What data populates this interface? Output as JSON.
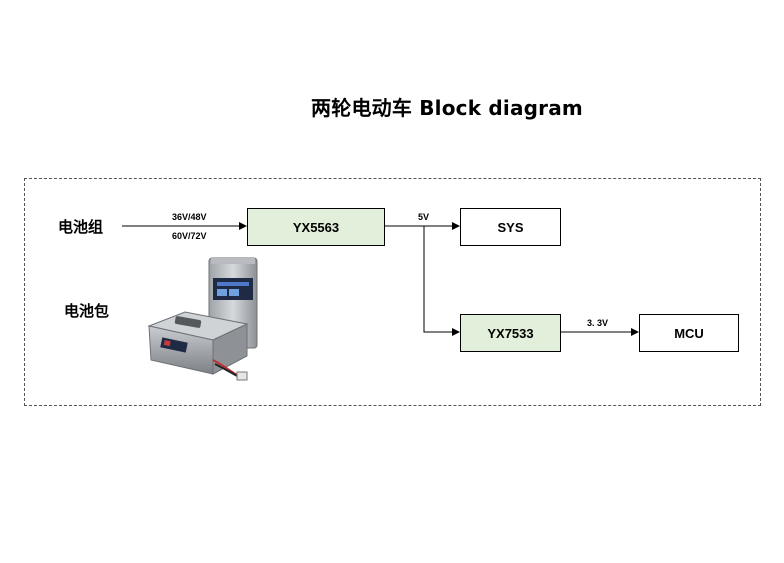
{
  "title": "两轮电动车  Block diagram",
  "left_labels": {
    "battery_group": "电池组",
    "battery_pack": "电池包"
  },
  "blocks": {
    "yx5563": "YX5563",
    "sys": "SYS",
    "yx7533": "YX7533",
    "mcu": "MCU"
  },
  "wire_labels": {
    "input_top": "36V/48V",
    "input_bottom": "60V/72V",
    "rail_5v": "5V",
    "rail_3v3": "3. 3V"
  },
  "colors": {
    "block_fill": "#e2efda",
    "frame_border": "#555555"
  }
}
